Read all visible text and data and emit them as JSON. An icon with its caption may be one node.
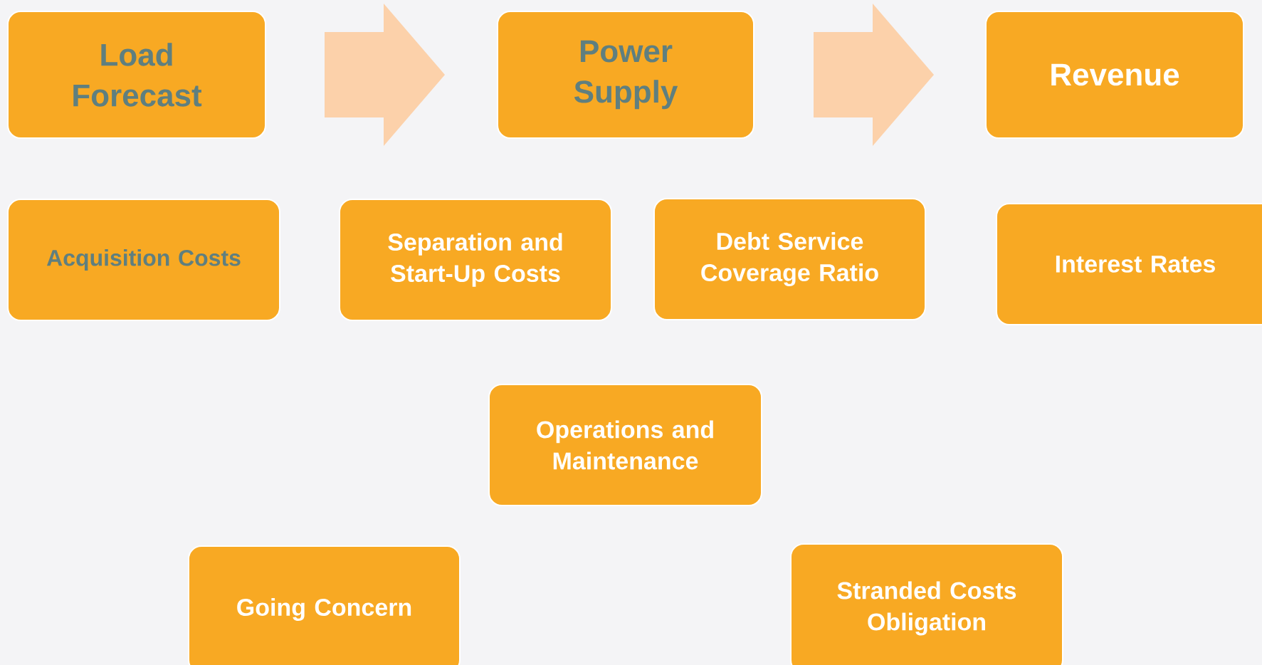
{
  "diagram": {
    "nodes": [
      {
        "text": [
          "Load Forecast"
        ]
      },
      {
        "text": [
          "Power Supply"
        ]
      },
      {
        "text": [
          "Revenue"
        ]
      },
      {
        "text": [
          "Acquisition Costs"
        ]
      },
      {
        "text": [
          "Separation and Start-Up Costs"
        ]
      },
      {
        "text": [
          "Debt Service Coverage Ratio"
        ]
      },
      {
        "text": [
          "Interest Rates"
        ]
      },
      {
        "text": [
          "Operations and Maintenance"
        ]
      },
      {
        "text": [
          "Going Concern"
        ]
      },
      {
        "text": [
          "Stranded Costs Obligation"
        ]
      }
    ],
    "edges": [
      {
        "from": 0,
        "to": 1,
        "arrow": "to"
      },
      {
        "from": 1,
        "to": 2,
        "arrow": "to"
      }
    ]
  }
}
